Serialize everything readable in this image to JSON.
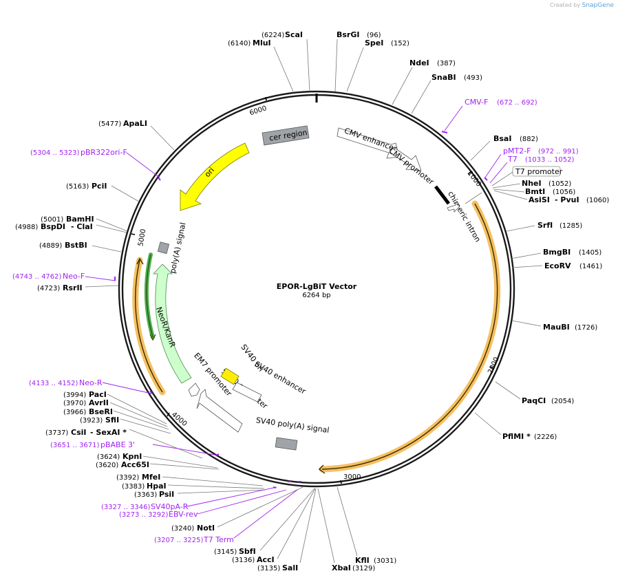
{
  "credit": {
    "prefix": "Created by",
    "brand": "SnapGene"
  },
  "plasmid": {
    "name": "EPOR-LgBiT Vector",
    "length_label": "6264 bp"
  },
  "ticks": [
    "1000",
    "2000",
    "3000",
    "4000",
    "5000",
    "6000"
  ],
  "enzymes": [
    {
      "name": "ScaI",
      "pos": "(6224)"
    },
    {
      "name": "MluI",
      "pos": "(6140)"
    },
    {
      "name": "BsrGI",
      "pos": "(96)"
    },
    {
      "name": "SpeI",
      "pos": "(152)"
    },
    {
      "name": "NdeI",
      "pos": "(387)"
    },
    {
      "name": "SnaBI",
      "pos": "(493)"
    },
    {
      "name": "BsaI",
      "pos": "(882)"
    },
    {
      "name": "NheI",
      "pos": "(1052)"
    },
    {
      "name": "BmtI",
      "pos": "(1056)"
    },
    {
      "name": "AsiSI",
      "pos": "(1060)",
      "extra": "- PvuI"
    },
    {
      "name": "SrfI",
      "pos": "(1285)"
    },
    {
      "name": "BmgBI",
      "pos": "(1405)"
    },
    {
      "name": "EcoRV",
      "pos": "(1461)"
    },
    {
      "name": "MauBI",
      "pos": "(1726)"
    },
    {
      "name": "PaqCI",
      "pos": "(2054)"
    },
    {
      "name": "PflMI *",
      "pos": "(2226)"
    },
    {
      "name": "KflI",
      "pos": "(3031)"
    },
    {
      "name": "XbaI",
      "pos": "(3129)"
    },
    {
      "name": "SalI",
      "pos": "(3135)"
    },
    {
      "name": "AccI",
      "pos": "(3136)"
    },
    {
      "name": "SbfI",
      "pos": "(3145)"
    },
    {
      "name": "NotI",
      "pos": "(3240)"
    },
    {
      "name": "PsiI",
      "pos": "(3363)"
    },
    {
      "name": "HpaI",
      "pos": "(3383)"
    },
    {
      "name": "MfeI",
      "pos": "(3392)"
    },
    {
      "name": "Acc65I",
      "pos": "(3620)"
    },
    {
      "name": "KpnI",
      "pos": "(3624)"
    },
    {
      "name": "CsiI",
      "pos": "(3737)",
      "extra": "- SexAI *"
    },
    {
      "name": "SfiI",
      "pos": "(3923)"
    },
    {
      "name": "BseRI",
      "pos": "(3966)"
    },
    {
      "name": "AvrII",
      "pos": "(3970)"
    },
    {
      "name": "PacI",
      "pos": "(3994)"
    },
    {
      "name": "RsrII",
      "pos": "(4723)"
    },
    {
      "name": "BstBI",
      "pos": "(4889)"
    },
    {
      "name": "BspDI",
      "pos": "(4988)",
      "extra": "- ClaI"
    },
    {
      "name": "BamHI",
      "pos": "(5001)"
    },
    {
      "name": "PciI",
      "pos": "(5163)"
    },
    {
      "name": "ApaLI",
      "pos": "(5477)"
    }
  ],
  "primers": [
    {
      "name": "CMV-F",
      "range": "(672 .. 692)"
    },
    {
      "name": "pMT2-F",
      "range": "(972 .. 991)"
    },
    {
      "name": "T7",
      "range": "(1033 .. 1052)"
    },
    {
      "name": "pBR322ori-F",
      "range": "(5304 .. 5323)"
    },
    {
      "name": "Neo-F",
      "range": "(4743 .. 4762)"
    },
    {
      "name": "Neo-R",
      "range": "(4133 .. 4152)"
    },
    {
      "name": "pBABE 3'",
      "range": "(3651 .. 3671)"
    },
    {
      "name": "SV40pA-R",
      "range": "(3327 .. 3346)"
    },
    {
      "name": "EBV-rev",
      "range": "(3273 .. 3292)"
    },
    {
      "name": "T7 Term",
      "range": "(3207 .. 3225)"
    }
  ],
  "features": {
    "cer_region": "cer region",
    "ori": "ori",
    "cmv_enhancer": "CMV enhancer",
    "cmv_promoter": "CMV promoter",
    "t7_promoter": "T7 promoter",
    "chimeric_intron": "chimeric intron",
    "polya_signal": "poly(A) signal",
    "neo": "NeoR/KanR",
    "em7": "EM7 promoter",
    "sv40_promoter": "SV40 promoter",
    "sv40_ori": "SV40 ori",
    "sv40_enhancer": "SV40 enhancer",
    "sv40_polya": "SV40 poly(A) signal"
  },
  "colors": {
    "backbone": "#1a1a1a",
    "ori": "#ffff00",
    "neo": "#ccffcc",
    "orf_orange": "#f5a623",
    "grey_feature": "#a0a4a8",
    "primer": "#a020f0",
    "sv40_ori": "#ffee00"
  }
}
